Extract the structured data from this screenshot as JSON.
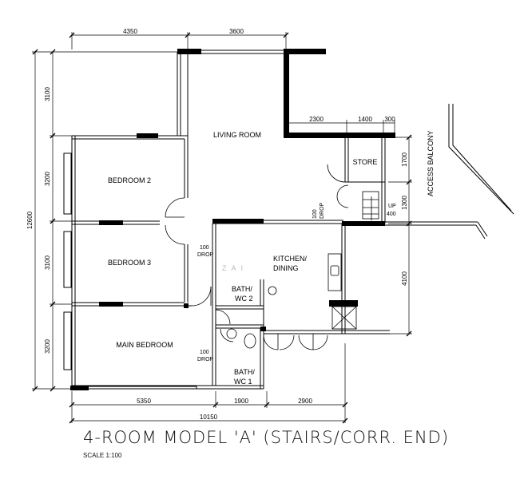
{
  "title": "4-ROOM MODEL 'A' (STAIRS/CORR. END)",
  "scale": "SCALE  1:100",
  "watermark": "Z A I",
  "rooms": {
    "living_room": "LIVING ROOM",
    "bedroom2": "BEDROOM 2",
    "bedroom3": "BEDROOM 3",
    "main_bedroom": "MAIN BEDROOM",
    "kitchen_line1": "KITCHEN/",
    "kitchen_line2": "DINING",
    "store": "STORE",
    "bath2_line1": "BATH/",
    "bath2_line2": "WC 2",
    "bath1_line1": "BATH/",
    "bath1_line2": "WC 1",
    "access_balcony": "ACCESS BALCONY"
  },
  "notes": {
    "drop_a_num": "100",
    "drop_a_word": "DROP",
    "drop_b_num": "100",
    "drop_b_word": "DROP",
    "drop_c_num": "100",
    "drop_c_word": "DROP",
    "up_word": "UP",
    "up_num": "400"
  },
  "dimensions": {
    "top_left": "4350",
    "top_right": "3600",
    "bottom_1": "5350",
    "bottom_2": "1900",
    "bottom_3": "2900",
    "bottom_total": "10150",
    "left_1": "3100",
    "left_2": "3200",
    "left_3": "3100",
    "left_4": "3200",
    "left_total": "12600",
    "step_1": "2300",
    "step_2": "1400",
    "step_3": "300",
    "right_1": "1700",
    "right_2": "1300",
    "right_3": "4100"
  }
}
